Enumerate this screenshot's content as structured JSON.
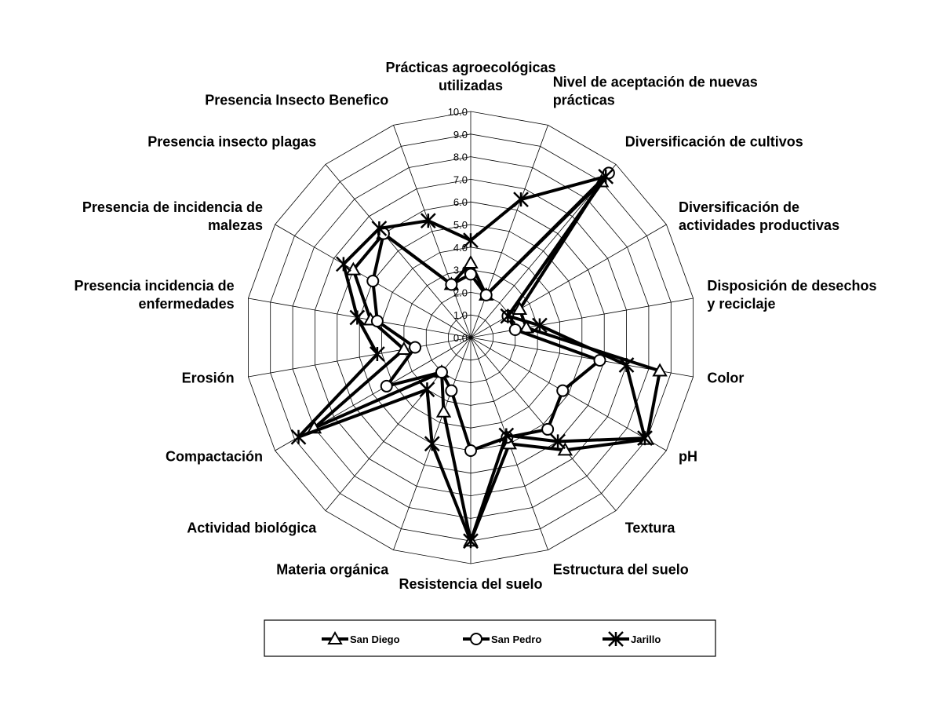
{
  "chart_data": {
    "type": "radar",
    "title": "",
    "categories": [
      "Prácticas agroecológicas utilizadas",
      "Nivel de aceptación de nuevas prácticas",
      "Diversificación de cultivos",
      "Diversificación  de actividades productivas",
      "Disposición de desechos y reciclaje",
      "Color",
      "pH",
      "Textura",
      "Estructura del suelo",
      "Resistencia del suelo",
      "Materia orgánica",
      "Actividad biológica",
      "Compactación",
      "Erosión",
      "Presencia incidencia de enfermedades",
      "Presencia de incidencia de malezas",
      "Presencia insecto plagas",
      "Presencia Insecto Benefico"
    ],
    "category_lines": [
      [
        "Prácticas agroecológicas",
        "utilizadas"
      ],
      [
        "Nivel de aceptación de nuevas",
        "prácticas"
      ],
      [
        "Diversificación de cultivos"
      ],
      [
        "Diversificación  de",
        "actividades productivas"
      ],
      [
        "Disposición de desechos",
        "y reciclaje"
      ],
      [
        "Color"
      ],
      [
        "pH"
      ],
      [
        "Textura"
      ],
      [
        "Estructura del suelo"
      ],
      [
        "Resistencia del suelo"
      ],
      [
        "Materia orgánica"
      ],
      [
        "Actividad biológica"
      ],
      [
        "Compactación"
      ],
      [
        "Erosión"
      ],
      [
        "Presencia incidencia de",
        "enfermedades"
      ],
      [
        "Presencia de incidencia de",
        "malezas"
      ],
      [
        "Presencia insecto plagas"
      ],
      [
        "Presencia Insecto Benefico"
      ]
    ],
    "rlim": [
      0,
      10
    ],
    "ticks": [
      "0.0",
      "1.0",
      "2.0",
      "3.0",
      "4.0",
      "5.0",
      "6.0",
      "7.0",
      "8.0",
      "9.0",
      "10.0"
    ],
    "grid": true,
    "legend_position": "bottom",
    "series": [
      {
        "name": "San Diego",
        "marker": "triangle",
        "values": [
          3.3,
          2.0,
          9.0,
          2.5,
          2.5,
          8.5,
          9.0,
          6.5,
          5.0,
          9.0,
          3.5,
          2.0,
          8.0,
          3.0,
          4.5,
          6.0,
          6.0,
          2.5
        ]
      },
      {
        "name": "San Pedro",
        "marker": "circle",
        "values": [
          2.8,
          2.0,
          9.5,
          1.9,
          2.0,
          5.8,
          4.7,
          5.3,
          4.7,
          5.0,
          2.5,
          2.0,
          4.3,
          2.5,
          4.2,
          5.0,
          6.0,
          2.5
        ]
      },
      {
        "name": "Jarillo",
        "marker": "star",
        "values": [
          4.3,
          6.5,
          9.3,
          1.9,
          3.1,
          7.0,
          8.9,
          6.0,
          4.6,
          9.0,
          5.0,
          3.0,
          8.8,
          4.2,
          5.1,
          6.5,
          6.3,
          5.5
        ]
      }
    ]
  }
}
